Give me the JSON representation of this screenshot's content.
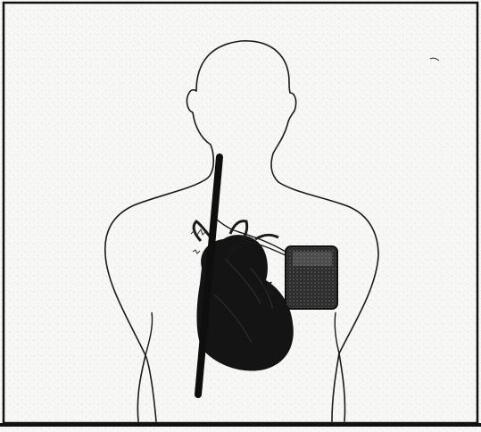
{
  "figure": {
    "subject": "",
    "colors": {
      "background": "#f7f7f5",
      "outline": "#1a1a1a",
      "frame": "#111111",
      "organ": "#141414",
      "device": "#222222",
      "lead": "#0e0e0e",
      "noise": "#b8b8b0"
    },
    "icons": [
      "body-silhouette",
      "heart",
      "device",
      "lead"
    ]
  }
}
